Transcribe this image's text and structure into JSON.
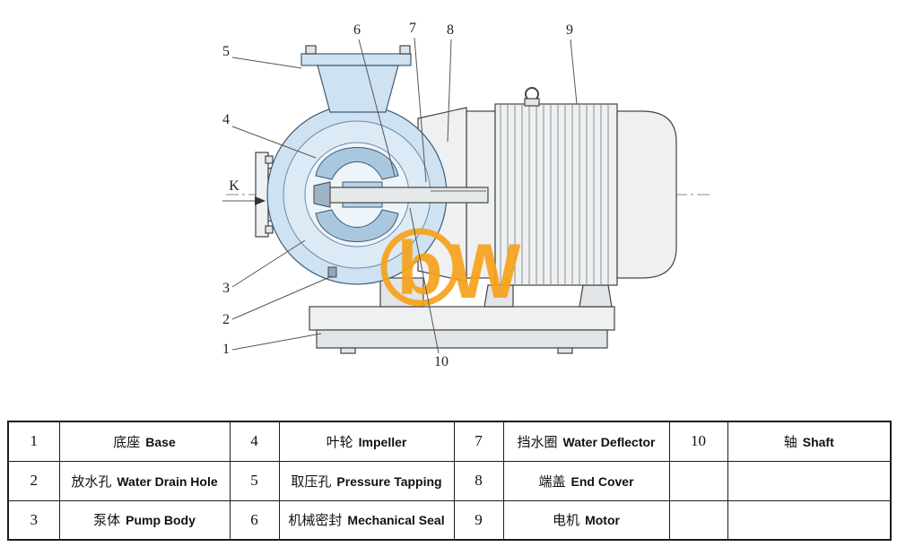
{
  "diagram": {
    "flow_label": "K",
    "callouts": [
      "1",
      "2",
      "3",
      "4",
      "5",
      "6",
      "7",
      "8",
      "9",
      "10"
    ],
    "watermark": {
      "b": "b",
      "w": "W"
    },
    "colors": {
      "pump_fill": "#cfe2f1",
      "metal_fill": "#eef0f1",
      "line": "#444444",
      "watermark": "#F6A21C"
    }
  },
  "table": {
    "rows": [
      [
        {
          "num": "1",
          "zh": "底座",
          "en": "Base"
        },
        {
          "num": "4",
          "zh": "叶轮",
          "en": "Impeller"
        },
        {
          "num": "7",
          "zh": "挡水圈",
          "en": "Water Deflector"
        },
        {
          "num": "10",
          "zh": "轴",
          "en": "Shaft"
        }
      ],
      [
        {
          "num": "2",
          "zh": "放水孔",
          "en": "Water Drain Hole"
        },
        {
          "num": "5",
          "zh": "取压孔",
          "en": "Pressure Tapping"
        },
        {
          "num": "8",
          "zh": "端盖",
          "en": "End Cover"
        },
        {
          "num": "",
          "zh": "",
          "en": ""
        }
      ],
      [
        {
          "num": "3",
          "zh": "泵体",
          "en": "Pump Body"
        },
        {
          "num": "6",
          "zh": "机械密封",
          "en": "Mechanical Seal"
        },
        {
          "num": "9",
          "zh": "电机",
          "en": "Motor"
        },
        {
          "num": "",
          "zh": "",
          "en": ""
        }
      ]
    ]
  }
}
